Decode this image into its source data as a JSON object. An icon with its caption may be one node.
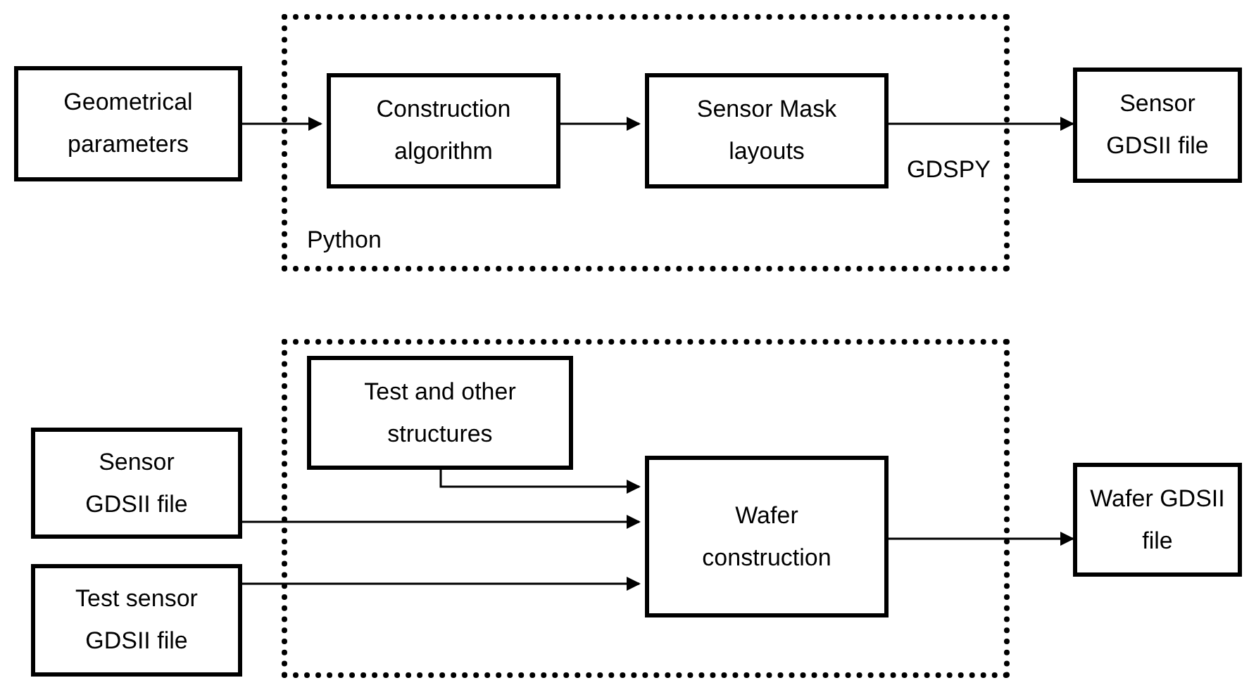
{
  "diagram": {
    "nodes": [
      {
        "text": [
          "Geometrical parameters"
        ]
      },
      {
        "text": [
          "Python"
        ]
      },
      {
        "text": [
          "Construction algorithm"
        ],
        "in": 1
      },
      {
        "text": [
          "Sensor Mask layouts"
        ],
        "in": 1
      },
      {
        "text": [
          "Sensor GDSII file"
        ]
      },
      {
        "text": [],
        "shape": "box"
      },
      {
        "text": [
          "Test and other structures"
        ],
        "in": 5
      },
      {
        "text": [
          "Sensor GDSII file"
        ]
      },
      {
        "text": [
          "Test sensor GDSII file"
        ]
      },
      {
        "text": [
          "Wafer construction"
        ],
        "in": 5
      },
      {
        "text": [
          "Wafer GDSII file"
        ]
      }
    ],
    "edges": [
      {
        "from": 0,
        "to": 2,
        "arrow": "to"
      },
      {
        "from": 2,
        "to": 3,
        "arrow": "to"
      },
      {
        "from": 3,
        "to": 4,
        "arrow": "to"
      },
      {
        "from": 6,
        "to": 9,
        "arrow": "to"
      },
      {
        "from": 7,
        "to": 9,
        "arrow": "to"
      },
      {
        "from": 8,
        "to": 9,
        "arrow": "to"
      },
      {
        "from": 9,
        "to": 10,
        "arrow": "to"
      }
    ],
    "labels": [
      "GDSPY"
    ]
  }
}
